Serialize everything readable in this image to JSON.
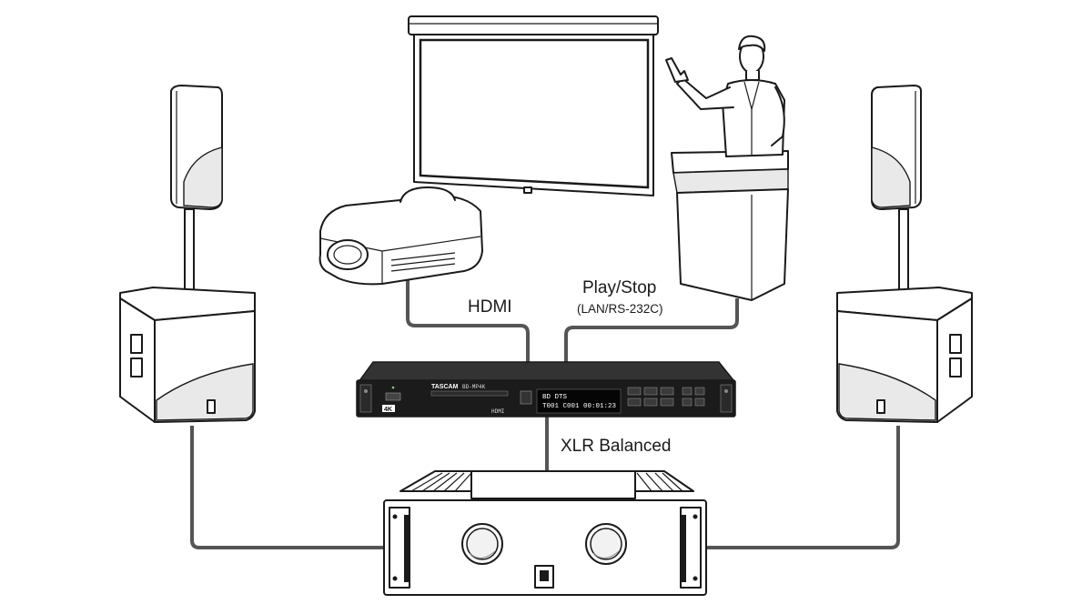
{
  "labels": {
    "hdmi": "HDMI",
    "play_stop": "Play/Stop",
    "lan_rs232c": "(LAN/RS-232C)",
    "xlr_balanced": "XLR Balanced"
  },
  "player": {
    "brand": "TASCAM",
    "model": "BD-MP4K",
    "badge_4k": "4K",
    "display_line1": "BD   DTS",
    "display_line2": "T001 C001 00:01:23",
    "logos": "HDMI"
  },
  "colors": {
    "cable": "#555555",
    "ink": "#1a1a1a",
    "player_body": "#1b1b1b"
  }
}
